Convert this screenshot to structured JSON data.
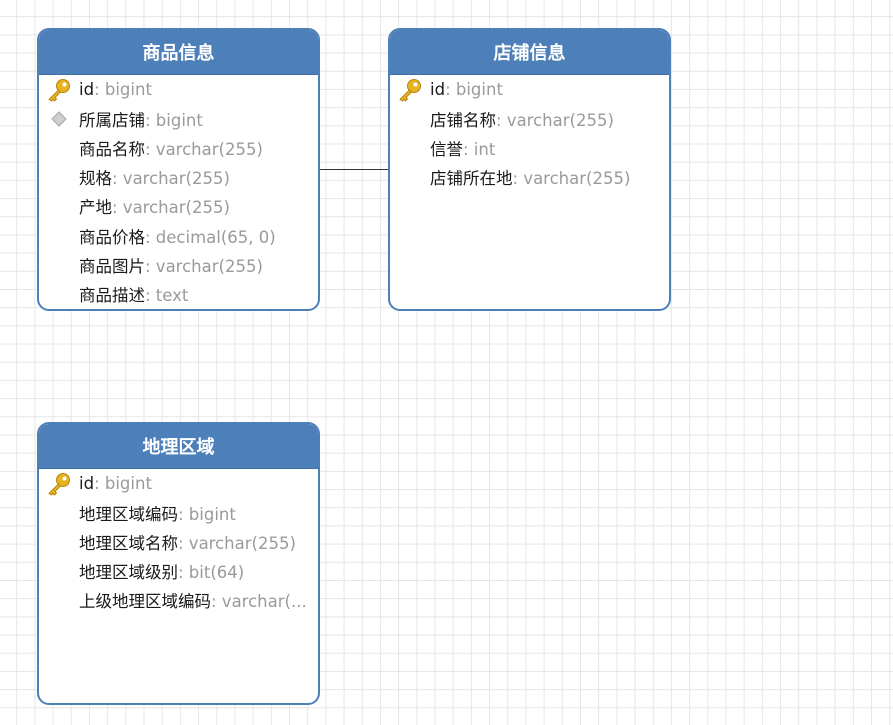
{
  "entities": {
    "product": {
      "title": "商品信息",
      "fields": [
        {
          "name": "id",
          "type": ": bigint",
          "icon": "key-icon"
        },
        {
          "name": "所属店铺",
          "type": ": bigint",
          "icon": "diamond-icon"
        },
        {
          "name": "商品名称",
          "type": ": varchar(255)",
          "icon": ""
        },
        {
          "name": "规格",
          "type": ": varchar(255)",
          "icon": ""
        },
        {
          "name": "产地",
          "type": ": varchar(255)",
          "icon": ""
        },
        {
          "name": "商品价格",
          "type": ": decimal(65, 0)",
          "icon": ""
        },
        {
          "name": "商品图片",
          "type": ": varchar(255)",
          "icon": ""
        },
        {
          "name": "商品描述",
          "type": ": text",
          "icon": ""
        }
      ]
    },
    "store": {
      "title": "店铺信息",
      "fields": [
        {
          "name": "id",
          "type": ": bigint",
          "icon": "key-icon"
        },
        {
          "name": "店铺名称",
          "type": ": varchar(255)",
          "icon": ""
        },
        {
          "name": "信誉",
          "type": ": int",
          "icon": ""
        },
        {
          "name": "店铺所在地",
          "type": ": varchar(255)",
          "icon": ""
        }
      ]
    },
    "region": {
      "title": "地理区域",
      "fields": [
        {
          "name": "id",
          "type": ": bigint",
          "icon": "key-icon"
        },
        {
          "name": "地理区域编码",
          "type": ": bigint",
          "icon": ""
        },
        {
          "name": "地理区域名称",
          "type": ": varchar(255)",
          "icon": ""
        },
        {
          "name": "地理区域级别",
          "type": ": bit(64)",
          "icon": ""
        },
        {
          "name": "上级地理区域编码",
          "type": ": varchar(...",
          "icon": ""
        }
      ]
    }
  },
  "colors": {
    "header": "#4d7fb8",
    "border": "#4d7fb8",
    "type_text": "#9a9a9a",
    "key_gold": "#e8b320",
    "grid": "#e6e6e6"
  }
}
